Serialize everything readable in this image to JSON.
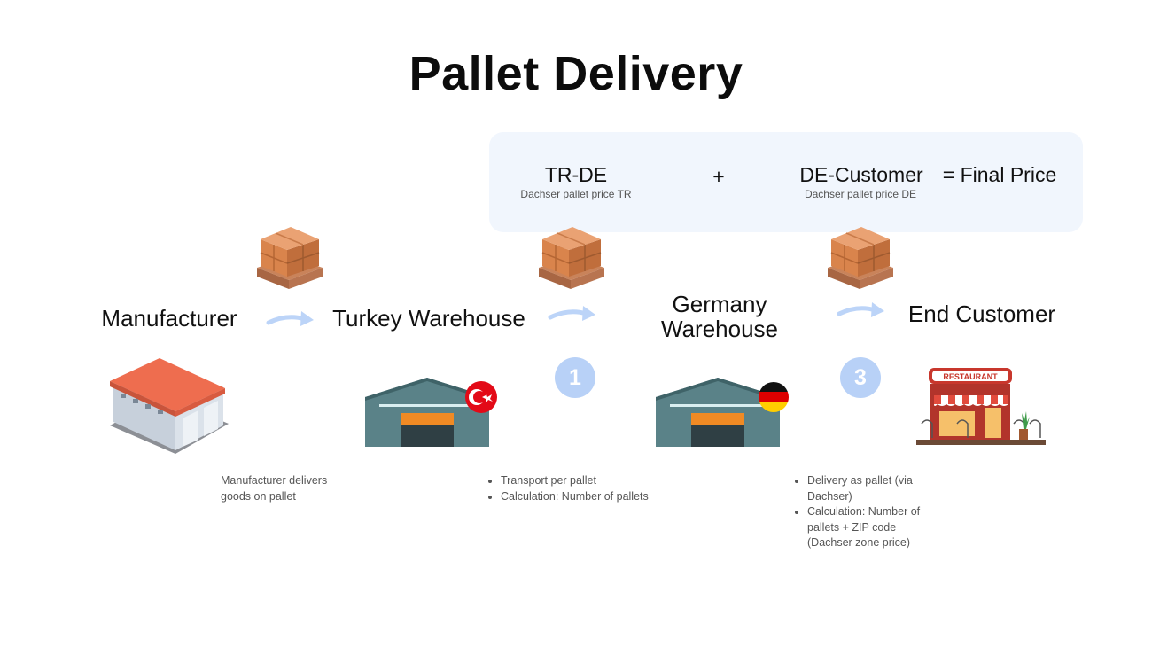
{
  "title": "Pallet Delivery",
  "pricing": {
    "leg1_code": "TR-DE",
    "leg1_sub": "Dachser pallet price TR",
    "plus": "+",
    "leg2_code": "DE-Customer",
    "leg2_sub": "Dachser pallet price DE",
    "result": "= Final Price"
  },
  "stages": {
    "manufacturer": "Manufacturer",
    "turkey": "Turkey Warehouse",
    "germany_line1": "Germany",
    "germany_line2": "Warehouse",
    "customer": "End Customer"
  },
  "badges": {
    "b1": "1",
    "b3": "3"
  },
  "restaurant_sign": "RESTAURANT",
  "notes": {
    "manufacturer": "Manufacturer delivers goods on pallet",
    "transport": [
      "Transport per pallet",
      "Calculation: Number of pallets"
    ],
    "delivery": [
      "Delivery as pallet (via Dachser)",
      "Calculation: Number of pallets + ZIP code (Dachser zone price)"
    ]
  },
  "colors": {
    "arrow": "#bcd4f8",
    "badge": "#b8d1f7",
    "panel": "#f1f6fd",
    "warehouse": "#5a8288",
    "door": "#f08a24",
    "roof": "#ee6d4f"
  },
  "icons": [
    "pallet-boxes-icon",
    "factory-icon",
    "warehouse-icon",
    "turkey-flag-icon",
    "germany-flag-icon",
    "restaurant-icon",
    "arrow-icon"
  ]
}
